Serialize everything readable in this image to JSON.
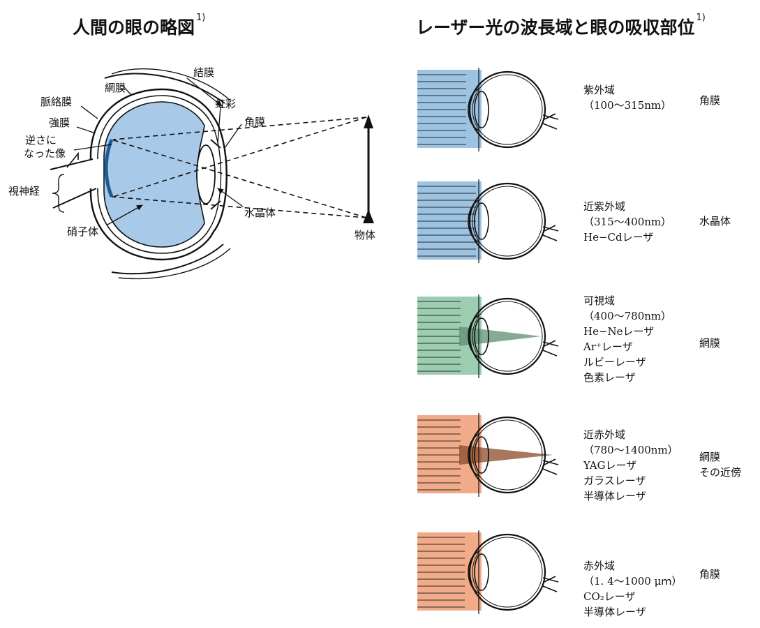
{
  "left_title": "人間の眼の略図",
  "left_title_note": "1)",
  "right_title": "レーザー光の波長域と眼の吸収部位",
  "right_title_note": "1)",
  "eye_labels": {
    "conjunctiva": "結膜",
    "retina": "網膜",
    "choroid": "脈絡膜",
    "sclera": "強膜",
    "inverted_image_1": "逆さに",
    "inverted_image_2": "なった像",
    "optic_nerve": "視神経",
    "iris": "虹彩",
    "cornea": "角膜",
    "lens": "水晶体",
    "vitreous": "硝子体",
    "object": "物体"
  },
  "bands": [
    {
      "lines": [
        "紫外域",
        "（100〜315nm）"
      ],
      "absorb": [
        "角膜"
      ],
      "color": "#9cc3e2"
    },
    {
      "lines": [
        "近紫外域",
        "（315〜400nm）",
        "He−Cdレーザ"
      ],
      "absorb": [
        "水晶体"
      ],
      "color": "#9cc3e2"
    },
    {
      "lines": [
        "可視域",
        "（400〜780nm）",
        "He−Neレーザ",
        "Ar⁺レーザ",
        "ルビーレーザ",
        "色素レーザ"
      ],
      "absorb": [
        "網膜"
      ],
      "color": "#9ccdb0"
    },
    {
      "lines": [
        "近赤外域",
        "（780〜1400nm）",
        "YAGレーザ",
        "ガラスレーザ",
        "半導体レーザ"
      ],
      "absorb": [
        "網膜",
        "その近傍"
      ],
      "color": "#f2ab88"
    },
    {
      "lines": [
        "赤外域",
        "（1. 4〜1000 μｍ）",
        "CO₂レーザ",
        "半導体レーザ"
      ],
      "absorb": [
        "角膜"
      ],
      "color": "#f2ab88"
    }
  ]
}
